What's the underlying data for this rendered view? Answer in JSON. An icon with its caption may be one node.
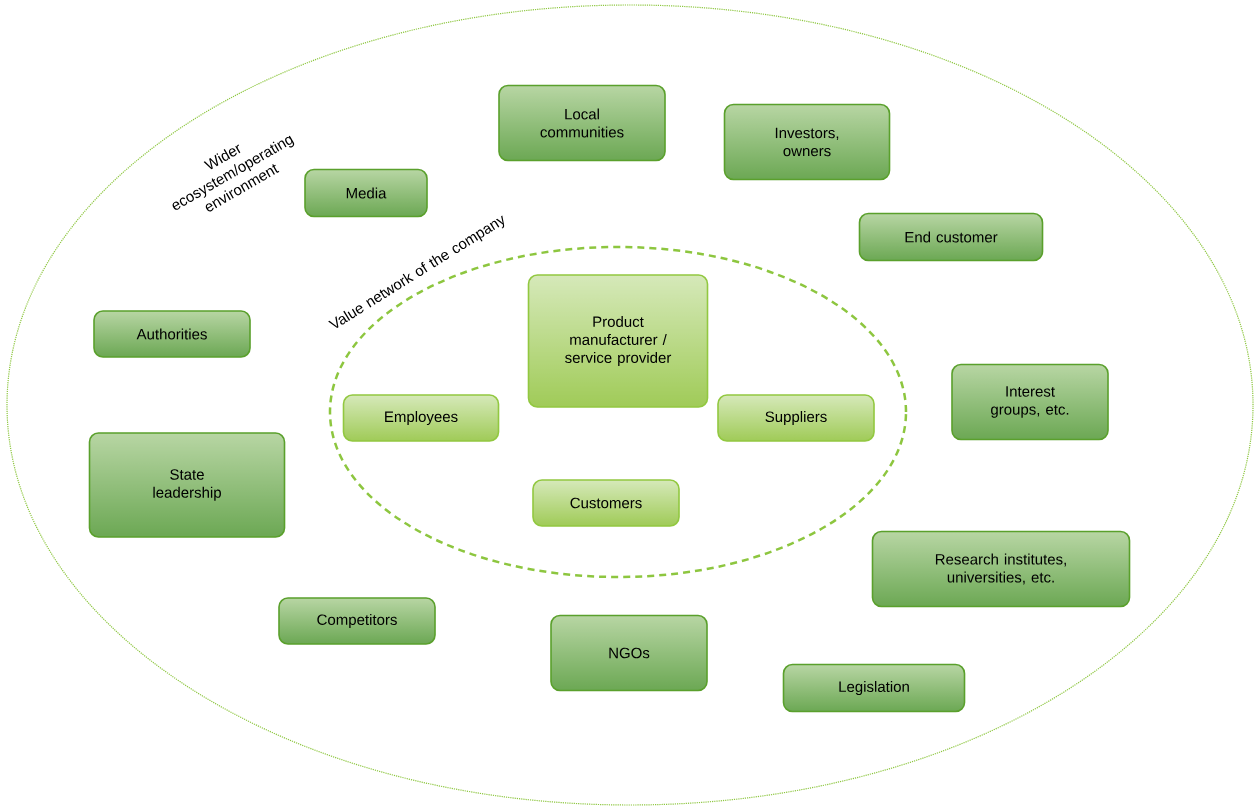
{
  "diagram": {
    "nodes": [
      {
        "text": [
          "Wider ecosystem/operating environment"
        ]
      },
      {
        "text": [
          "Local communities"
        ],
        "in": 0
      },
      {
        "text": [
          "Investors, owners"
        ],
        "in": 0
      },
      {
        "text": [
          "Media"
        ],
        "in": 0
      },
      {
        "text": [
          "End customer"
        ],
        "in": 0
      },
      {
        "text": [
          "Value network of the company"
        ],
        "in": 0
      },
      {
        "text": [
          "Product manufacturer / service provider"
        ],
        "in": 5
      },
      {
        "text": [
          "Authorities"
        ],
        "in": 0
      },
      {
        "text": [
          "Interest groups, etc."
        ],
        "in": 0
      },
      {
        "text": [
          "Employees"
        ],
        "in": 5
      },
      {
        "text": [
          "Suppliers"
        ],
        "in": 5
      },
      {
        "text": [
          "State leadership"
        ],
        "in": 0
      },
      {
        "text": [
          "Customers"
        ],
        "in": 5
      },
      {
        "text": [
          "Research institutes, universities, etc."
        ],
        "in": 0
      },
      {
        "text": [
          "Competitors"
        ],
        "in": 0
      },
      {
        "text": [
          "NGOs"
        ],
        "in": 0
      },
      {
        "text": [
          "Legislation"
        ],
        "in": 0
      }
    ]
  }
}
